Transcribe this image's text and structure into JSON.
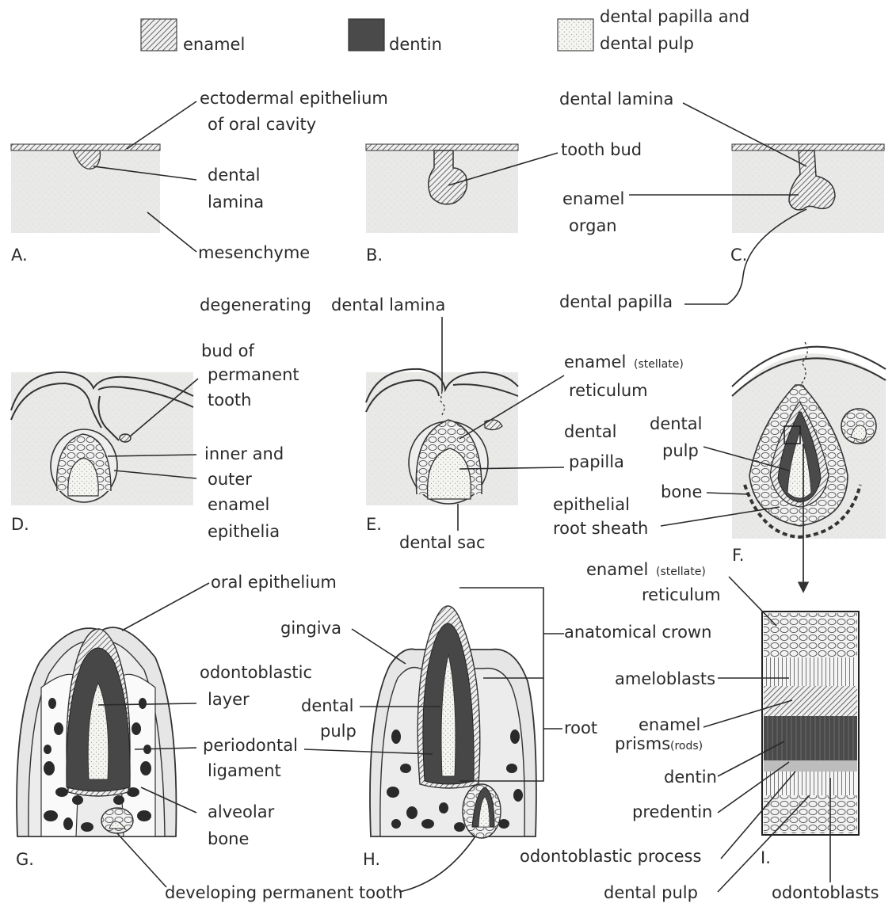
{
  "legend": {
    "enamel": "enamel",
    "dentin": "dentin",
    "papilla_line1": "dental papilla and",
    "papilla_line2": "dental pulp"
  },
  "panels": {
    "A": {
      "letter": "A.",
      "ecto_1": "ectodermal epithelium",
      "ecto_2": "of oral cavity",
      "lamina_1": "dental",
      "lamina_2": "lamina",
      "mesenchyme": "mesenchyme"
    },
    "B": {
      "letter": "B.",
      "tooth_bud": "tooth bud"
    },
    "C": {
      "letter": "C.",
      "dental_lamina": "dental lamina",
      "enamel": "enamel",
      "organ": "organ",
      "dental_papilla": "dental papilla"
    },
    "D": {
      "letter": "D.",
      "degenerating": "degenerating",
      "bud_1": "bud of",
      "bud_2": "permanent",
      "bud_3": "tooth",
      "inner": "inner and",
      "outer": "outer",
      "enamel": "enamel",
      "epithelia": "epithelia"
    },
    "E": {
      "letter": "E.",
      "dental_lamina": "dental lamina",
      "stellate_enamel": "enamel",
      "stellate_paren": "(stellate)",
      "reticulum": "reticulum",
      "dental": "dental",
      "papilla": "papilla",
      "dental_sac": "dental sac"
    },
    "F": {
      "letter": "F.",
      "dental": "dental",
      "pulp": "pulp",
      "bone": "bone",
      "epithelial": "epithelial",
      "root_sheath": "root sheath"
    },
    "G": {
      "letter": "G.",
      "oral_epithelium": "oral epithelium",
      "odonto_1": "odontoblastic",
      "odonto_2": "layer",
      "perio_1": "periodontal",
      "perio_2": "ligament",
      "alveolar_1": "alveolar",
      "alveolar_2": "bone",
      "developing": "developing permanent tooth"
    },
    "H": {
      "letter": "H.",
      "gingiva": "gingiva",
      "anatomical_crown": "anatomical crown",
      "dental": "dental",
      "pulp": "pulp",
      "root": "root"
    },
    "I": {
      "letter": "I.",
      "stellate_enamel": "enamel",
      "stellate_paren": "(stellate)",
      "reticulum": "reticulum",
      "ameloblasts": "ameloblasts",
      "enamel": "enamel",
      "prisms": "prisms",
      "rods": "(rods)",
      "dentin": "dentin",
      "predentin": "predentin",
      "process": "odontoblastic process",
      "dental_pulp": "dental pulp",
      "odontoblasts": "odontoblasts"
    }
  }
}
